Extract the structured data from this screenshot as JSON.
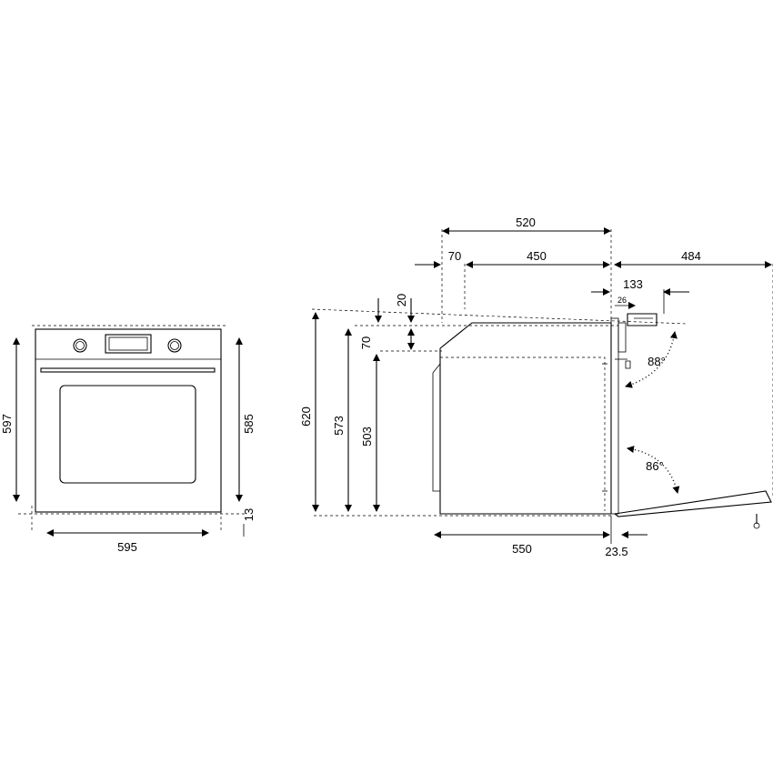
{
  "front_view": {
    "height_overall": "597",
    "height_body": "585",
    "width": "595",
    "bottom_gap": "13"
  },
  "side_view": {
    "depth_total": "520",
    "top_offset": "70",
    "depth_inner": "450",
    "door_open_depth": "484",
    "handle_depth": "133",
    "handle_small": "26",
    "angle_upper": "88°",
    "angle_lower": "86°",
    "height_620": "620",
    "height_573": "573",
    "height_503": "503",
    "height_20": "20",
    "height_70": "70",
    "depth_550": "550",
    "door_thickness": "23.5"
  }
}
